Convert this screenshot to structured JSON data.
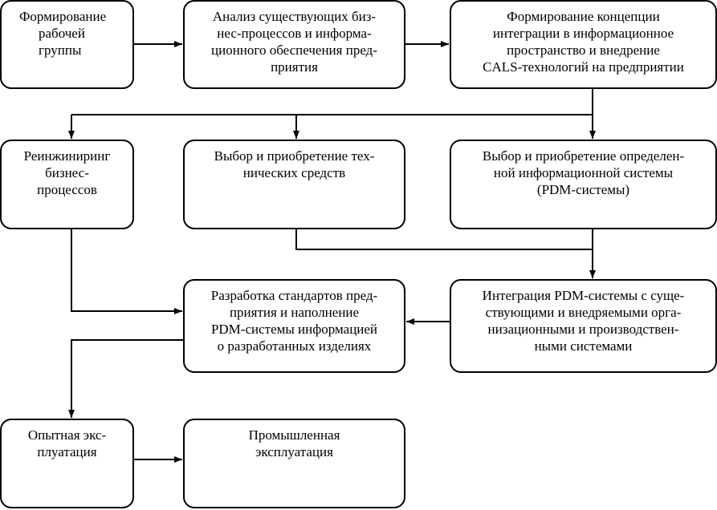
{
  "nodes": {
    "working_group": {
      "lines": [
        "Формирование",
        "рабочей",
        "группы"
      ]
    },
    "analysis": {
      "lines": [
        "Анализ существующих биз-",
        "нес-процессов и  информа-",
        "ционного обеспечения пред-",
        "приятия"
      ]
    },
    "concept": {
      "lines": [
        "Формирование концепции",
        "интеграции в информационное",
        "пространство и внедрение",
        "CALS-технологий на предприятии"
      ]
    },
    "reengineering": {
      "lines": [
        "Реинжиниринг",
        "бизнес-",
        "процессов"
      ]
    },
    "hardware": {
      "lines": [
        "Выбор и приобретение тех-",
        "нических средств"
      ]
    },
    "pdm_selection": {
      "lines": [
        "Выбор и приобретение определен-",
        "ной информационной системы",
        "(PDM-системы)"
      ]
    },
    "standards": {
      "lines": [
        "Разработка стандартов пред-",
        "приятия и наполнение",
        "PDM-системы информацией",
        "о разработанных изделиях"
      ]
    },
    "integration": {
      "lines": [
        "Интеграция PDM-системы с суще-",
        "ствующими и внедряемыми орга-",
        "низационными и производствен-",
        "ными системами"
      ]
    },
    "trial": {
      "lines": [
        "Опытная экс-",
        "плуатация"
      ]
    },
    "industrial": {
      "lines": [
        "Промышленная",
        "эксплуатация"
      ]
    }
  }
}
